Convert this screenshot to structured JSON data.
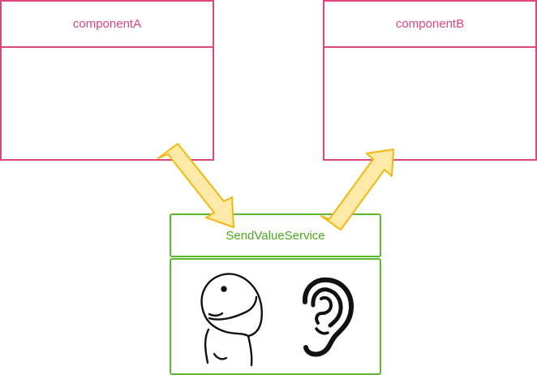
{
  "diagram": {
    "component_a": {
      "title": "componentA"
    },
    "component_b": {
      "title": "componentB"
    },
    "service": {
      "title": "SendValueService"
    },
    "icons": [
      "face-icon",
      "ear-icon"
    ],
    "colors": {
      "component_border": "#e0457b",
      "service_border": "#5cb82e",
      "arrow_fill": "#fde9a8",
      "arrow_stroke": "#f2b90f"
    }
  }
}
